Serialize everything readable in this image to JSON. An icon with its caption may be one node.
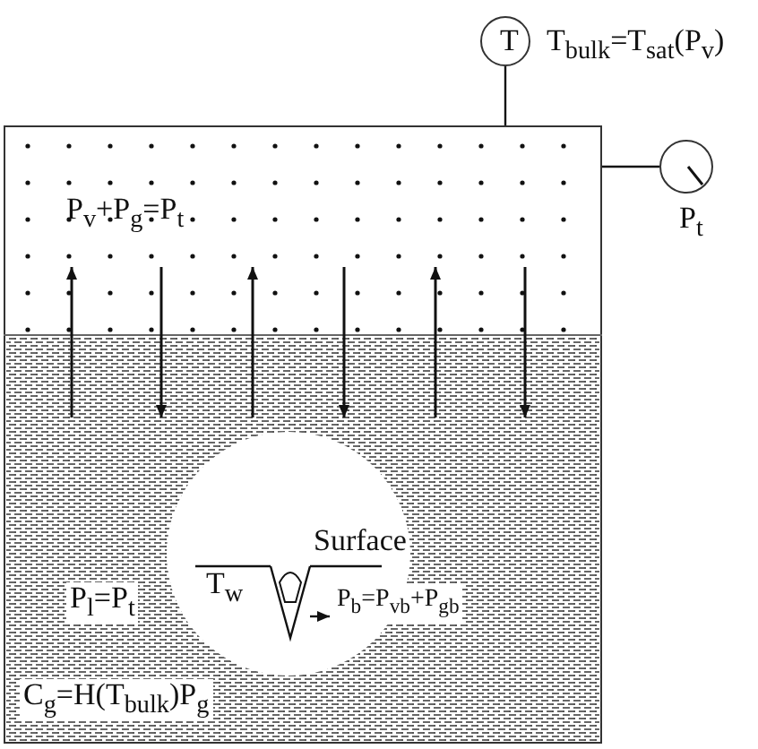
{
  "diagram": {
    "nodes": [
      {
        "text": [
          "T"
        ],
        "beside": [
          "T$_{bulk}$=T$_{sat}$(P$_{v}$)"
        ]
      },
      {
        "text": [],
        "shape": "circle",
        "beside": [
          "P$_{t}$"
        ]
      },
      {
        "text": [
          "P$_{v}$+P$_{g}$=P$_{t}$",
          "P$_{l}$=P$_{t}$",
          "C$_{g}$=H(T$_{bulk}$)P$_{g}$"
        ]
      },
      {
        "text": [
          "Surface",
          "T$_{w}$"
        ],
        "in": 2
      },
      {
        "text": [],
        "shape": "cavity",
        "in": 3
      },
      {
        "text": [
          "P$_{b}$=P$_{vb}$+P$_{gb}$"
        ],
        "in": 2
      }
    ],
    "edges": [
      {
        "from": 0,
        "to": 2,
        "arrow": "none"
      },
      {
        "from": 1,
        "to": 2,
        "arrow": "none"
      },
      {
        "from": 4,
        "to": 5,
        "arrow": "to"
      }
    ]
  }
}
